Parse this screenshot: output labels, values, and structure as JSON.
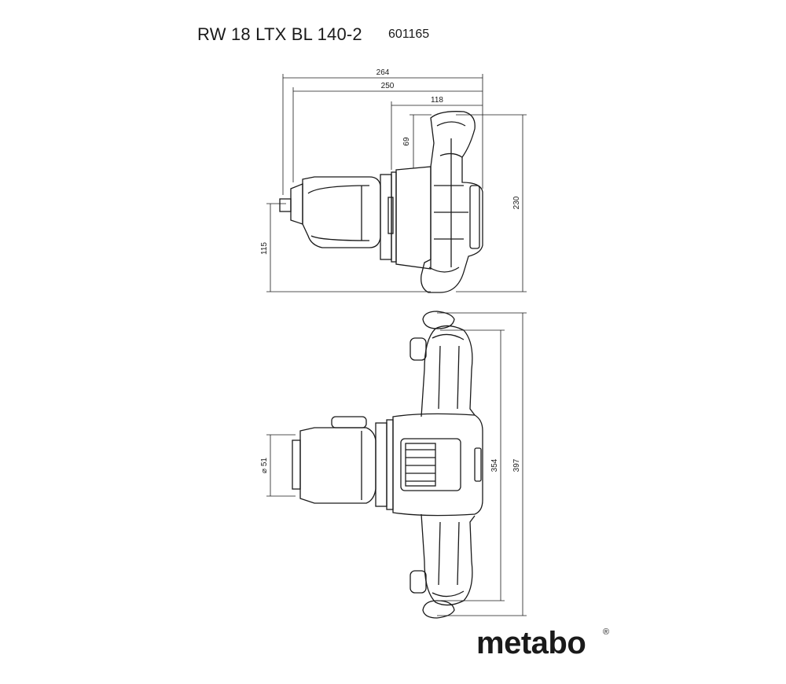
{
  "header": {
    "model": "RW 18 LTX BL 140-2",
    "article_number": "601165"
  },
  "dimensions": {
    "side_view": {
      "total_length": "264",
      "body_length": "250",
      "handle_depth": "118",
      "handle_offset": "69",
      "total_height": "230",
      "spindle_height": "115"
    },
    "top_view": {
      "spindle_diameter": "⌀ 51",
      "handle_inner_width": "354",
      "handle_outer_width": "397"
    }
  },
  "brand": {
    "logo_text": "metabo",
    "registered_mark": "®"
  },
  "colors": {
    "line": "#1a1a1a",
    "background": "#ffffff"
  }
}
